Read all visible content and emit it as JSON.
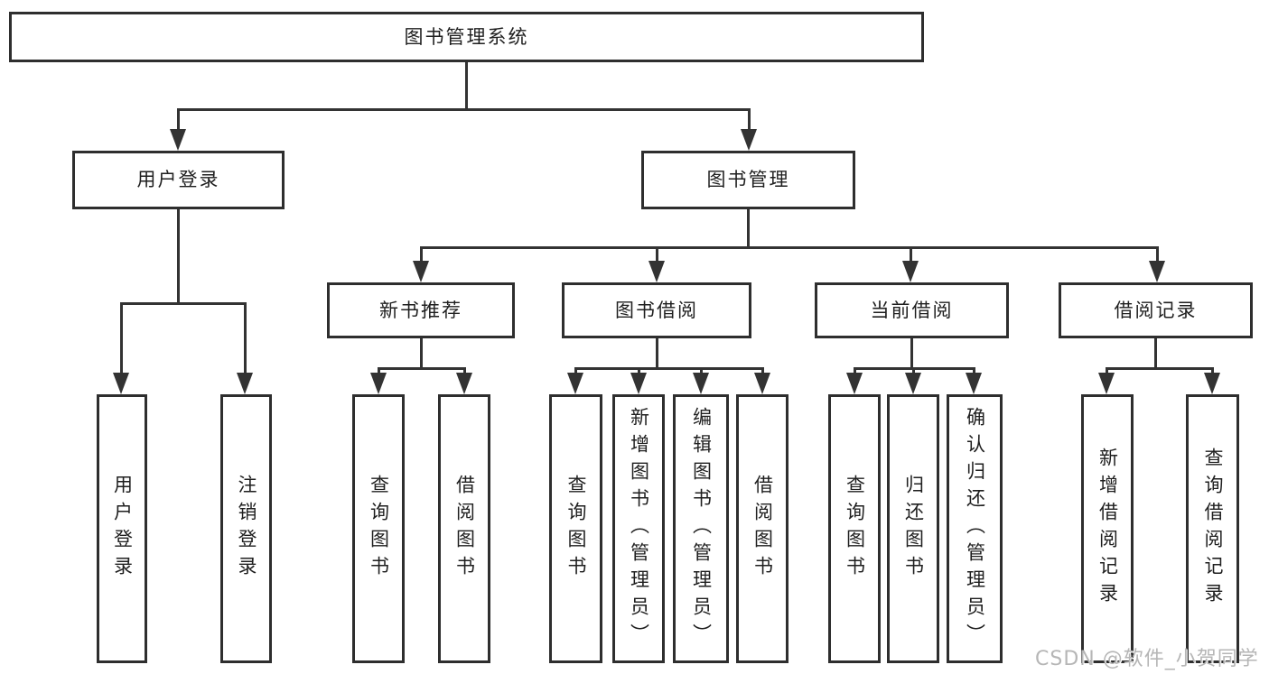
{
  "tree": {
    "root": {
      "label": "图书管理系统"
    },
    "branches": [
      {
        "label": "用户登录",
        "children": [
          {
            "label": "用户登录"
          },
          {
            "label": "注销登录"
          }
        ]
      },
      {
        "label": "图书管理",
        "children": [
          {
            "label": "新书推荐",
            "children": [
              {
                "label": "查询图书"
              },
              {
                "label": "借阅图书"
              }
            ]
          },
          {
            "label": "图书借阅",
            "children": [
              {
                "label": "查询图书"
              },
              {
                "label": "新增图书（管理员）"
              },
              {
                "label": "编辑图书（管理员）"
              },
              {
                "label": "借阅图书"
              }
            ]
          },
          {
            "label": "当前借阅",
            "children": [
              {
                "label": "查询图书"
              },
              {
                "label": "归还图书"
              },
              {
                "label": "确认归还（管理员）"
              }
            ]
          },
          {
            "label": "借阅记录",
            "children": [
              {
                "label": "新增借阅记录"
              },
              {
                "label": "查询借阅记录"
              }
            ]
          }
        ]
      }
    ]
  },
  "watermark": {
    "text": "CSDN @软件_小贺同学"
  },
  "colors": {
    "line": "#333333",
    "box_border": "#2e2e2e",
    "text": "#1f1f1f",
    "background": "#ffffff",
    "watermark": "#b6b6b6"
  }
}
